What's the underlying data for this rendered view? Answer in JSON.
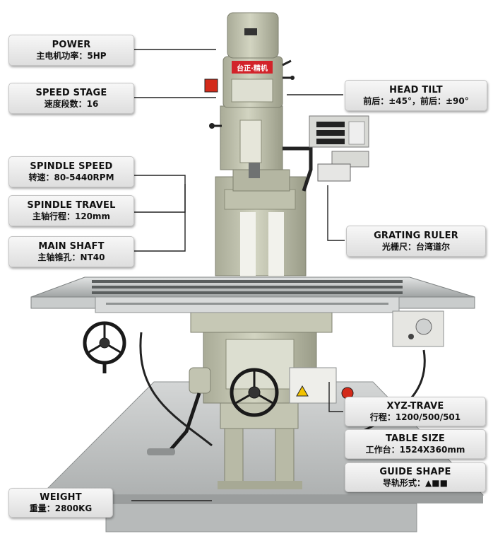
{
  "brand": "台正·精机",
  "labels": {
    "power": {
      "title": "POWER",
      "value": "主电机功率：5HP"
    },
    "speed_stage": {
      "title": "SPEED STAGE",
      "value": "速度段数：16"
    },
    "spindle_speed": {
      "title": "SPINDLE SPEED",
      "value": "转速：80-5440RPM"
    },
    "spindle_travel": {
      "title": "SPINDLE TRAVEL",
      "value": "主轴行程：120mm"
    },
    "main_shaft": {
      "title": "MAIN SHAFT",
      "value": "主轴锥孔：NT40"
    },
    "weight": {
      "title": "WEIGHT",
      "value": "重量：2800KG"
    },
    "head_tilt": {
      "title": "HEAD TILT",
      "value": "前后：±45°，前后：±90°"
    },
    "grating_ruler": {
      "title": "GRATING RULER",
      "value": "光栅尺：台湾道尔"
    },
    "xyz_trave": {
      "title": "XYZ-TRAVE",
      "value": "行程：1200/500/501"
    },
    "table_size": {
      "title": "TABLE SIZE",
      "value": "工作台：1524X360mm"
    },
    "guide_shape": {
      "title": "GUIDE SHAPE",
      "value": "导轨形式：▲■■"
    }
  },
  "colors": {
    "machine_body": "#c9cbb8",
    "machine_shadow": "#9ea08c",
    "table_steel": "#b9bcbc",
    "base_plate": "#c4c6c6",
    "handwheel": "#1a1a1a",
    "warning_red": "#d32a1a"
  }
}
